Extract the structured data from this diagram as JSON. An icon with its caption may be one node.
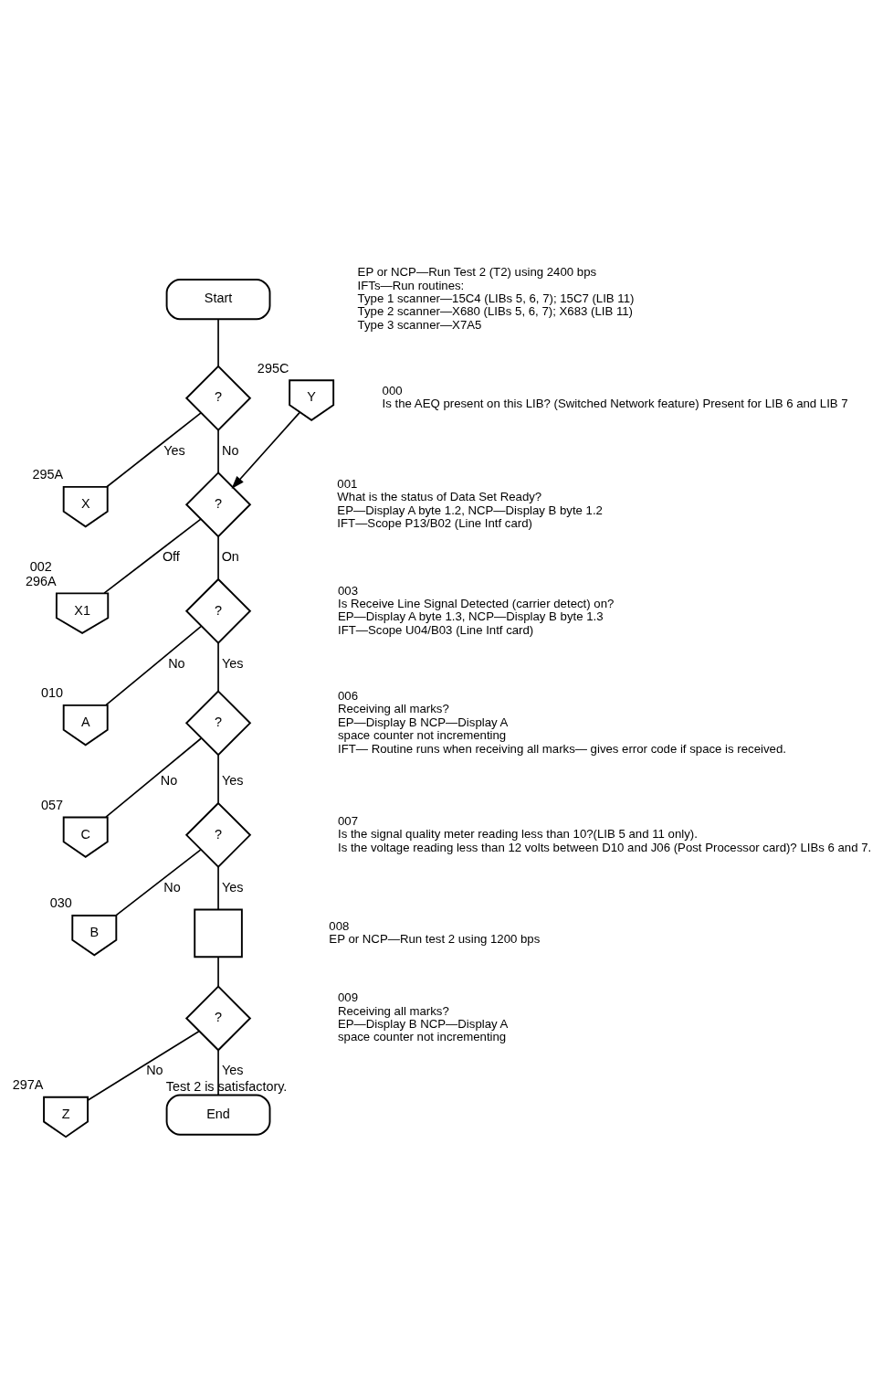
{
  "diagram": {
    "nodes": [
      {
        "text": [
          "Start"
        ],
        "beside": [
          "EP or NCP—Run Test 2 (T2) using 2400 bps",
          "IFTs—Run routines:",
          "Type 1 scanner—15C4 (LIBs 5, 6, 7); 15C7 (LIB 11)",
          "Type 2 scanner—X680 (LIBs 5, 6, 7); X683 (LIB 11)",
          "Type 3 scanner—X7A5"
        ]
      },
      {
        "text": [
          "Y"
        ],
        "beside": [
          "295C"
        ]
      },
      {
        "text": [
          "?"
        ],
        "beside": [
          "000",
          "Is the AEQ present on this LIB? (Switched Network feature) Present for LIB 6 and LIB 7"
        ]
      },
      {
        "text": [
          "X"
        ],
        "beside": [
          "295A"
        ]
      },
      {
        "text": [
          "?"
        ],
        "beside": [
          "001",
          "What is the status of Data Set Ready?",
          "EP—Display A byte 1.2, NCP—Display B byte 1.2",
          "IFT—Scope P13/B02 (Line Intf card)"
        ]
      },
      {
        "text": [
          "X1"
        ],
        "beside": [
          "002",
          "296A"
        ]
      },
      {
        "text": [
          "?"
        ],
        "beside": [
          "003",
          "Is Receive Line Signal Detected (carrier detect) on?",
          "EP—Display A byte 1.3, NCP—Display B byte 1.3",
          "IFT—Scope U04/B03 (Line Intf card)"
        ]
      },
      {
        "text": [
          "A"
        ],
        "beside": [
          "010"
        ]
      },
      {
        "text": [
          "?"
        ],
        "beside": [
          "006",
          "Receiving all marks?",
          "EP—Display B NCP—Display A",
          "space counter not incrementing",
          "IFT— Routine runs when receiving all marks— gives error code if space is received."
        ]
      },
      {
        "text": [
          "C"
        ],
        "beside": [
          "057"
        ]
      },
      {
        "text": [
          "?"
        ],
        "beside": [
          "007",
          "Is the signal quality meter reading less than 10?(LIB 5 and 11 only).",
          "Is the voltage reading less than 12 volts between D10 and J06 (Post Processor card)? LIBs 6 and 7."
        ]
      },
      {
        "text": [
          "B"
        ],
        "beside": [
          "030"
        ]
      },
      {
        "text": [],
        "shape": "box",
        "beside": [
          "008",
          "EP or NCP—Run test 2 using 1200 bps"
        ]
      },
      {
        "text": [
          "?"
        ],
        "beside": [
          "009",
          "Receiving all marks?",
          "EP—Display B NCP—Display A",
          "space counter not incrementing"
        ]
      },
      {
        "text": [
          "Z"
        ],
        "beside": [
          "297A"
        ]
      },
      {
        "text": [
          "End"
        ],
        "beside": [
          "Test 2 is satisfactory."
        ]
      }
    ],
    "edges": [
      {
        "from": 0,
        "to": 2,
        "arrow": "none"
      },
      {
        "from": 2,
        "to": 3,
        "label": "Yes",
        "arrow": "none"
      },
      {
        "from": 2,
        "to": 4,
        "label": "No",
        "arrow": "none"
      },
      {
        "from": 1,
        "to": 4,
        "arrow": "to"
      },
      {
        "from": 4,
        "to": 5,
        "label": "Off",
        "arrow": "none"
      },
      {
        "from": 4,
        "to": 6,
        "label": "On",
        "arrow": "none"
      },
      {
        "from": 6,
        "to": 7,
        "label": "No",
        "arrow": "none"
      },
      {
        "from": 6,
        "to": 8,
        "label": "Yes",
        "arrow": "none"
      },
      {
        "from": 8,
        "to": 9,
        "label": "No",
        "arrow": "none"
      },
      {
        "from": 8,
        "to": 10,
        "label": "Yes",
        "arrow": "none"
      },
      {
        "from": 10,
        "to": 11,
        "label": "No",
        "arrow": "none"
      },
      {
        "from": 10,
        "to": 12,
        "label": "Yes",
        "arrow": "none"
      },
      {
        "from": 12,
        "to": 13,
        "arrow": "none"
      },
      {
        "from": 13,
        "to": 14,
        "label": "No",
        "arrow": "none"
      },
      {
        "from": 13,
        "to": 15,
        "label": "Yes",
        "arrow": "none"
      }
    ]
  }
}
